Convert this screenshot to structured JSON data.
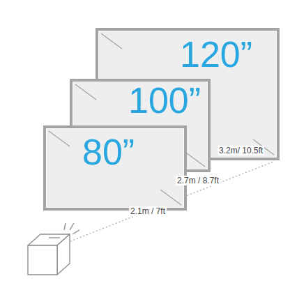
{
  "diagram": {
    "nodes": [
      {
        "text": [
          "120”"
        ]
      },
      {
        "text": [
          "100”"
        ]
      },
      {
        "text": [
          "80”"
        ]
      }
    ],
    "labels": [
      "3.2m/ 10.5ft",
      "2.7m / 8.7ft",
      "2.1m / 7ft"
    ]
  }
}
